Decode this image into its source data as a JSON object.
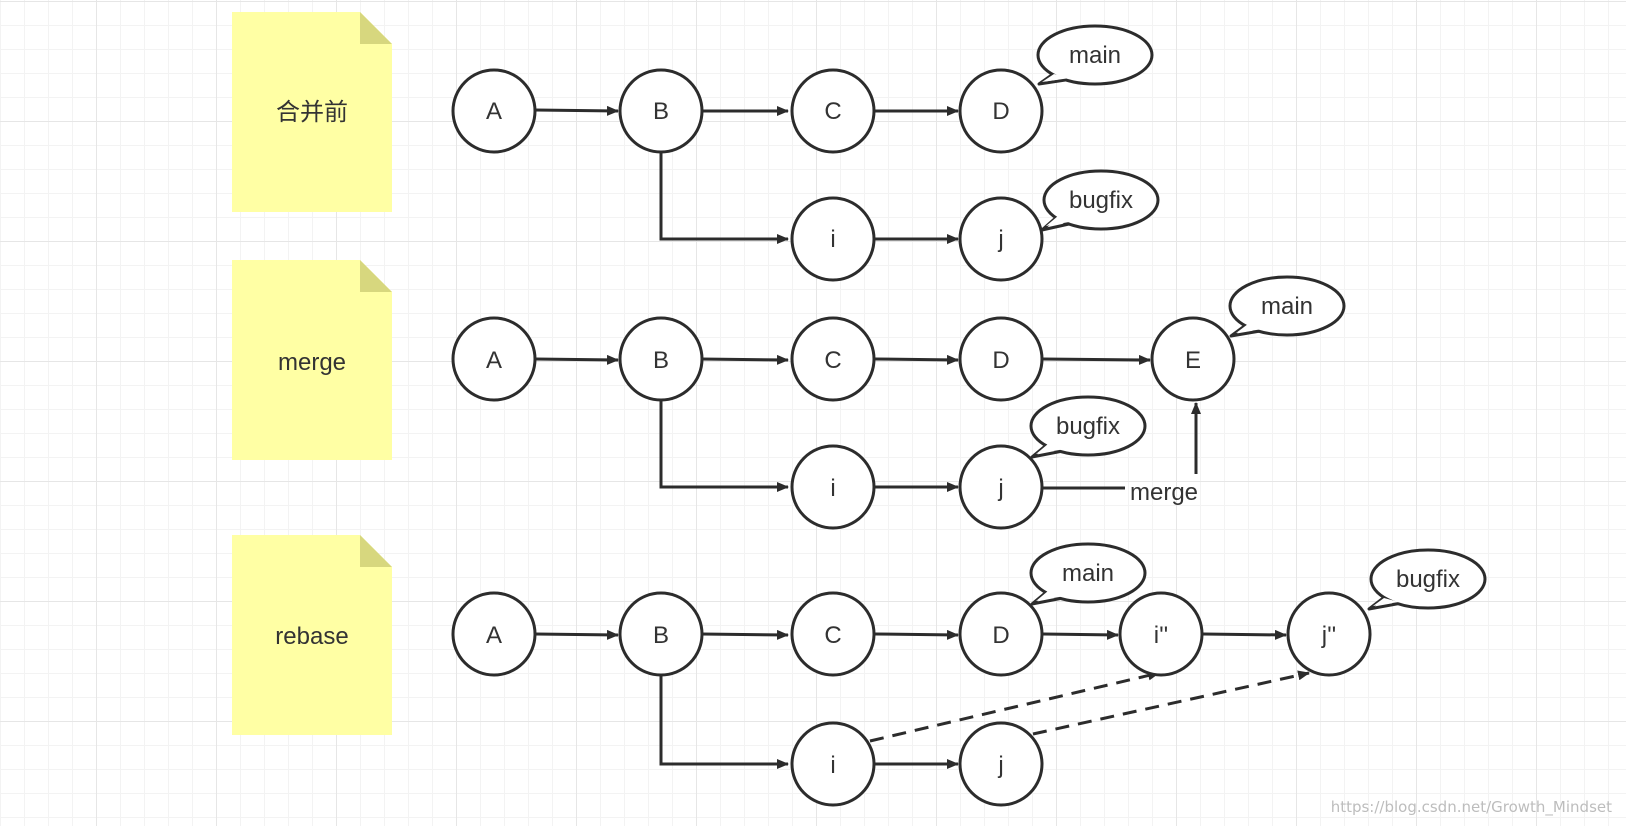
{
  "notes": {
    "before": "合并前",
    "merge": "merge",
    "rebase": "rebase"
  },
  "rows": {
    "before": {
      "A": "A",
      "B": "B",
      "C": "C",
      "D": "D",
      "i": "i",
      "j": "j",
      "main": "main",
      "bugfix": "bugfix"
    },
    "merge": {
      "A": "A",
      "B": "B",
      "C": "C",
      "D": "D",
      "E": "E",
      "i": "i",
      "j": "j",
      "main": "main",
      "bugfix": "bugfix",
      "edge_label": "merge"
    },
    "rebase": {
      "A": "A",
      "B": "B",
      "C": "C",
      "D": "D",
      "i2": "i''",
      "j2": "j''",
      "i": "i",
      "j": "j",
      "main": "main",
      "bugfix": "bugfix"
    }
  },
  "watermark": "https://blog.csdn.net/Growth_Mindset",
  "colors": {
    "note": "#ffffa4",
    "note_fold": "#d7d77e",
    "stroke": "#2c2c2c",
    "grid": "#e6e6e6"
  }
}
